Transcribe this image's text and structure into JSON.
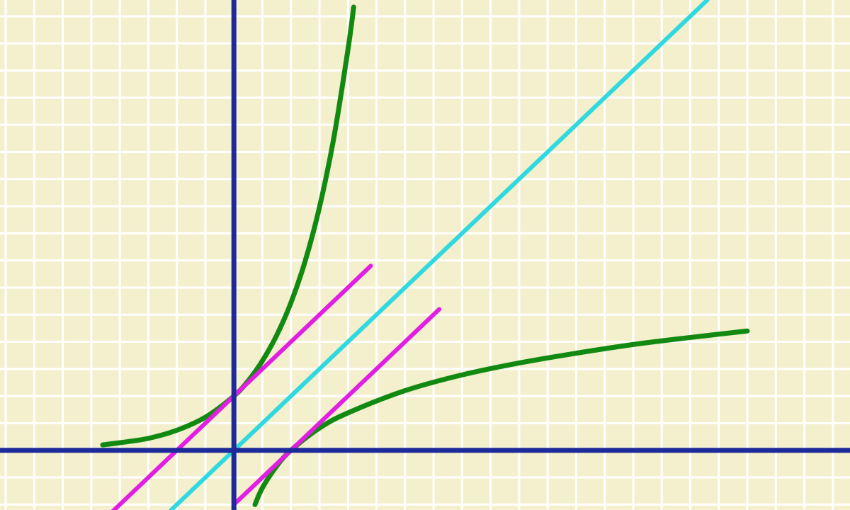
{
  "chart_data": {
    "type": "line",
    "description_free": true,
    "xlim": [
      -4.1,
      10.8
    ],
    "ylim": [
      -1.1,
      8.3
    ],
    "grid": true,
    "colors": {
      "background": "#f4efcd",
      "grid": "#ffffff",
      "axes": "#1d2a9a",
      "exponential": "#128a12",
      "logarithm": "#128a12",
      "identity": "#2ed9df",
      "tangent": "#e21ee3"
    },
    "series": [
      {
        "key": "exponential",
        "x": [
          -2.3,
          -2.0,
          -1.5,
          -1.0,
          -0.5,
          0.0,
          0.25,
          0.5,
          0.75,
          1.0,
          1.25,
          1.5,
          1.75,
          2.0,
          2.1
        ],
        "y": [
          0.1,
          0.14,
          0.22,
          0.37,
          0.61,
          1.0,
          1.28,
          1.65,
          2.12,
          2.72,
          3.49,
          4.48,
          5.75,
          7.39,
          8.17
        ]
      },
      {
        "key": "logarithm",
        "x": [
          0.37,
          0.5,
          0.75,
          1.0,
          1.5,
          2.0,
          3.0,
          4.0,
          5.0,
          6.0,
          7.0,
          8.0,
          9.0
        ],
        "y": [
          -1.0,
          -0.69,
          -0.29,
          0.0,
          0.41,
          0.69,
          1.1,
          1.39,
          1.61,
          1.79,
          1.95,
          2.08,
          2.2
        ]
      },
      {
        "key": "identity",
        "x": [
          -1.1,
          8.3
        ],
        "y": [
          -1.1,
          8.3
        ]
      },
      {
        "key": "tangent",
        "x": [
          -2.3,
          2.4
        ],
        "y": [
          -1.3,
          3.4
        ]
      },
      {
        "key": "tangent",
        "x": [
          0.0,
          3.6
        ],
        "y": [
          -1.0,
          2.6
        ]
      }
    ]
  }
}
